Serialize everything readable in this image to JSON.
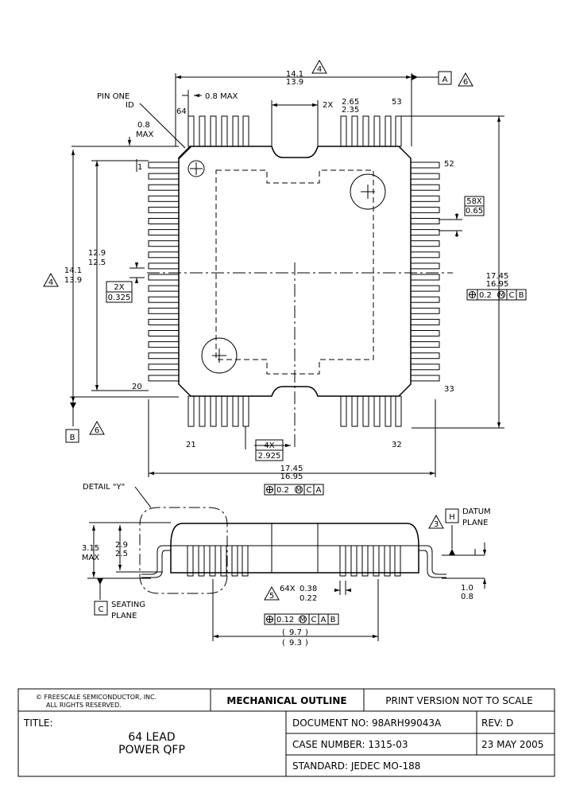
{
  "labels": {
    "pin_one_id": [
      "PIN ONE",
      "ID"
    ],
    "pin_64": "64",
    "pin_53": "53",
    "pin_52": "52",
    "pin_33": "33",
    "pin_32": "32",
    "pin_21": "21",
    "pin_20": "20",
    "pin_1": "1",
    "detail_y": "DETAIL \"Y\"",
    "datum_plane": [
      "DATUM",
      "PLANE"
    ],
    "seating_plane": [
      "SEATING",
      "PLANE"
    ]
  },
  "dimensions": {
    "top_width": [
      "14.1",
      "13.9"
    ],
    "lead_len": "0.8 MAX",
    "top_2x": "2X",
    "top_notch": [
      "2.65",
      "2.35"
    ],
    "left_08max": [
      "0.8",
      "MAX"
    ],
    "body_height": [
      "14.1",
      "13.9"
    ],
    "inner_height": [
      "12.9",
      "12.5"
    ],
    "pitch_box": [
      "2X",
      "0.325"
    ],
    "lead_58x": [
      "58X",
      "0.65"
    ],
    "right_height": [
      "17.45",
      "16.95"
    ],
    "bottom_4x": [
      "4X",
      "2.925"
    ],
    "bottom_width": [
      "17.45",
      "16.95"
    ],
    "side_height": [
      "3.15",
      "MAX"
    ],
    "side_body": [
      "2.9",
      "2.5"
    ],
    "lead_width": [
      "64X",
      "0.38",
      "0.22"
    ],
    "standoff": [
      "1.0",
      "0.8"
    ],
    "span": [
      "9.7",
      "9.3"
    ]
  },
  "datums": {
    "a": "A",
    "b": "B",
    "c": "C",
    "h": "H"
  },
  "triangles": {
    "four": "4",
    "six": "6",
    "three": "3",
    "five": "5"
  },
  "tolerances": {
    "right": [
      "0.2",
      "M",
      "C",
      "B"
    ],
    "bottom": [
      "0.2",
      "M",
      "C",
      "A"
    ],
    "side": [
      "0.12",
      "M",
      "C",
      "A",
      "B"
    ]
  },
  "title_block": {
    "copyright_line1": "© FREESCALE SEMICONDUCTOR, INC.",
    "copyright_line2": "ALL RIGHTS RESERVED.",
    "mechanical_outline": "MECHANICAL OUTLINE",
    "print_version": "PRINT VERSION NOT TO SCALE",
    "title_label": "TITLE:",
    "title_line1": "64 LEAD",
    "title_line2": "POWER QFP",
    "document_no": "DOCUMENT NO: 98ARH99043A",
    "rev": "REV: D",
    "case_number": "CASE NUMBER: 1315-03",
    "date": "23 MAY 2005",
    "standard": "STANDARD: JEDEC MO-188"
  }
}
